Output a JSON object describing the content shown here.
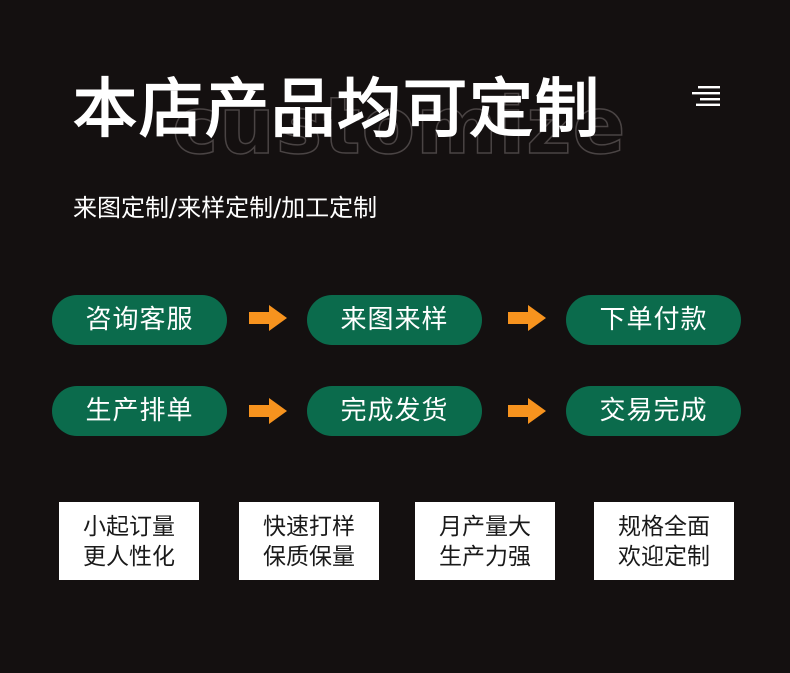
{
  "header": {
    "title": "本店产品均可定制",
    "watermark": "customize",
    "subtitle": "来图定制/来样定制/加工定制"
  },
  "process": {
    "row1": [
      "咨询客服",
      "来图来样",
      "下单付款"
    ],
    "row2": [
      "生产排单",
      "完成发货",
      "交易完成"
    ]
  },
  "features": [
    {
      "line1": "小起订量",
      "line2": "更人性化"
    },
    {
      "line1": "快速打样",
      "line2": "保质保量"
    },
    {
      "line1": "月产量大",
      "line2": "生产力强"
    },
    {
      "line1": "规格全面",
      "line2": "欢迎定制"
    }
  ],
  "colors": {
    "background": "#141010",
    "pill": "#0b6b4c",
    "arrow": "#f7931e",
    "card": "#ffffff"
  },
  "icons": {
    "menu": "menu-lines-icon",
    "arrow": "arrow-right-icon"
  }
}
